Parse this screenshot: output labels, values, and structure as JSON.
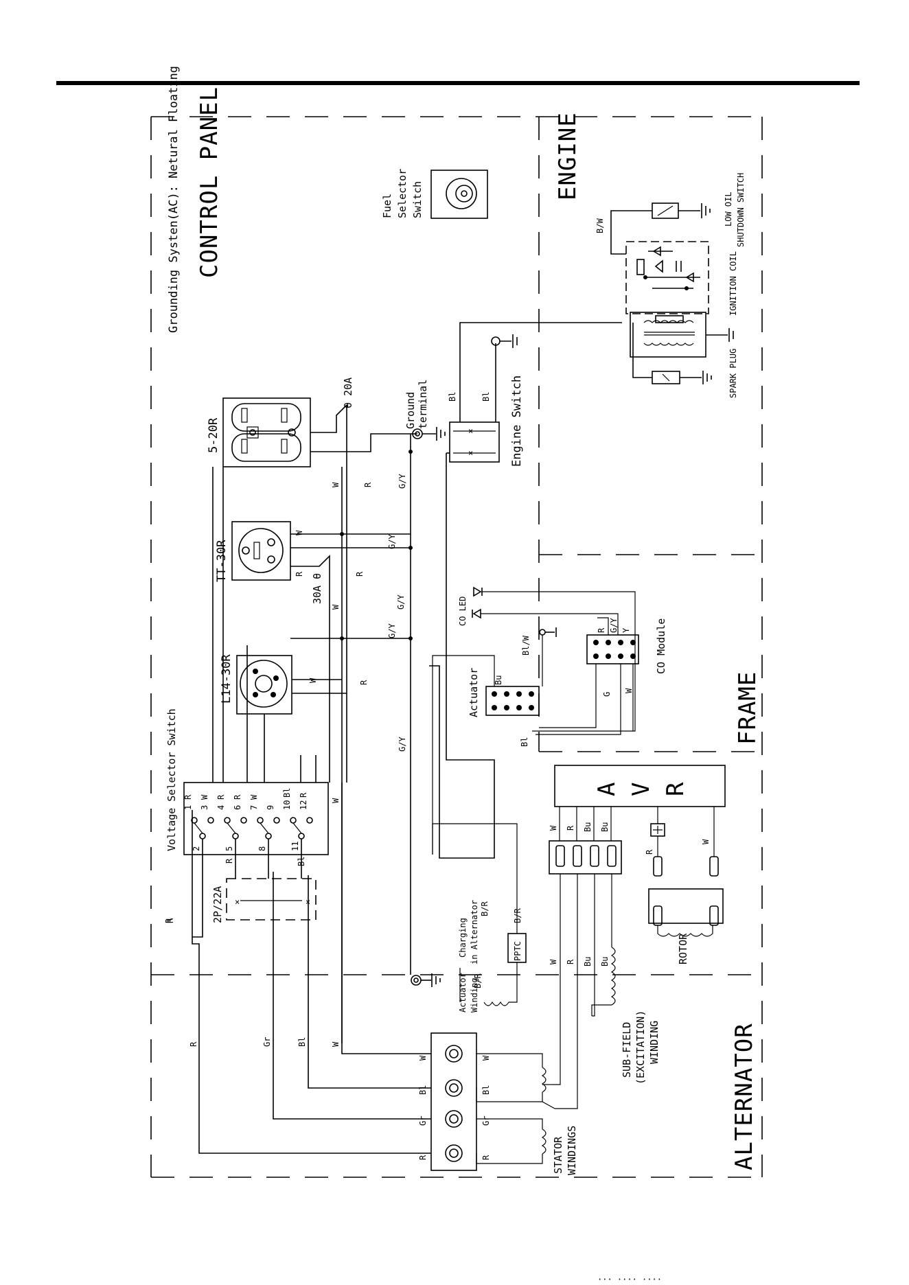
{
  "sections": {
    "control_panel": "CONTROL PANEL",
    "grounding_note": "Grounding Systen(AC): Netural Floating",
    "engine": "ENGINE",
    "frame": "FRAME",
    "alternator": "ALTERNATOR"
  },
  "components": {
    "fuel_selector": [
      "Fuel",
      "Selector",
      "Switch"
    ],
    "low_oil": [
      "LOW OIL",
      "SHUTDOWN SWITCH"
    ],
    "spark_plug": "SPARK PLUG",
    "ignition_coil": "IGNITION COIL",
    "engine_switch": "Engine Switch",
    "ground_terminal": [
      "Ground",
      "terminal"
    ],
    "receptacle_5_20r": "5-20R",
    "breaker_20a": "θ 20A",
    "receptacle_tt_30r": "TT-30R",
    "breaker_30a": "30A θ",
    "receptacle_l14_30r": "L14-30R",
    "co_led": "CO LED",
    "co_module": "CO Module",
    "actuator": "Actuator",
    "voltage_selector": "Voltage Selector Switch",
    "breaker_2p": "2P/22A",
    "actuator_charging": [
      "Actuator",
      "Winding",
      "Charging",
      "in Alternator"
    ],
    "pptc": "PPTC",
    "avr_letters": [
      "A",
      "V",
      "R"
    ],
    "rotor": "ROTOR",
    "sub_field": [
      "SUB-FIELD",
      "(EXCITATION)",
      "WINDING"
    ],
    "stator": [
      "STATOR",
      "WINDINGS"
    ]
  },
  "wire_labels": {
    "w": "W",
    "r": "R",
    "gy": "G/Y",
    "bl": "Bl",
    "gr": "Gr",
    "bu": "Bu",
    "br": "B/R",
    "bw": "B/W",
    "blw": "Bl/W",
    "g": "G",
    "y": "Y"
  },
  "selector_terminals": {
    "top": [
      "1",
      "3",
      "4",
      "6",
      "7",
      "9",
      "10",
      "12"
    ],
    "top_wires": [
      "R",
      "W",
      "R",
      "R",
      "W",
      "",
      "Bl",
      "R"
    ],
    "bottom": [
      "2",
      "5",
      "8",
      "11"
    ]
  },
  "footer_text": "··· ···· ····"
}
